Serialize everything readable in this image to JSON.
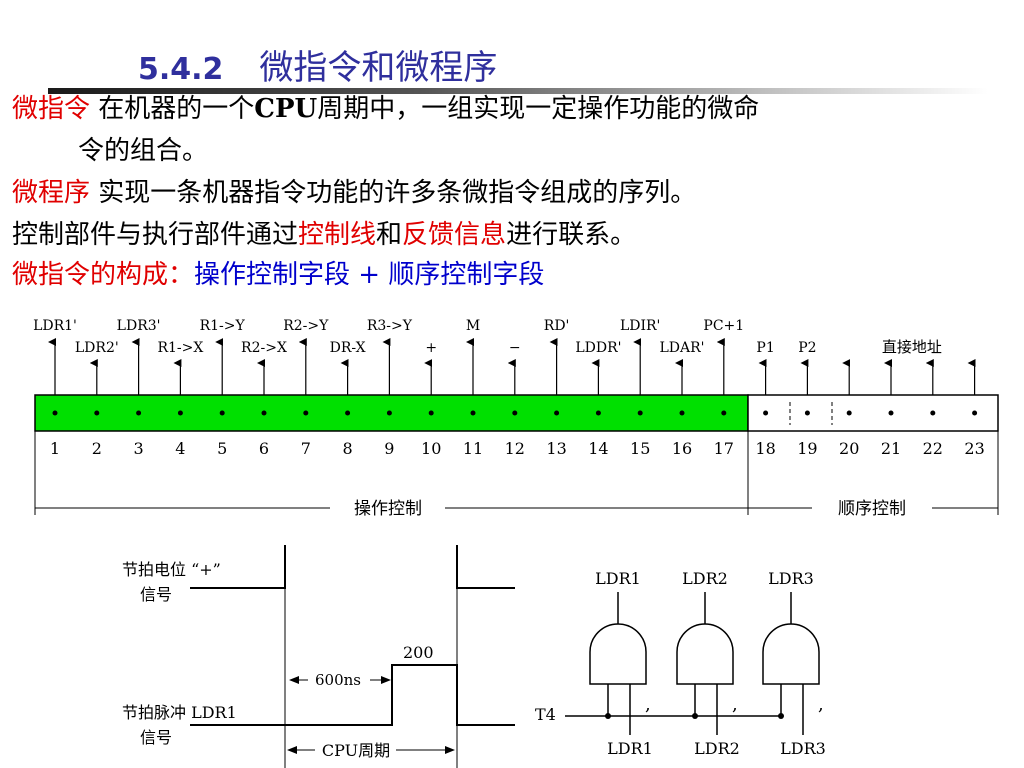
{
  "title": {
    "number": "5.4.2",
    "text": "微指令和微程序"
  },
  "lines": {
    "l1_term": "微指令",
    "l1_a": " 在机器的一个",
    "l1_cpu": "CPU",
    "l1_b": "周期中，一组实现一定操作功能的微命",
    "l1_cont": "令的组合。",
    "l2_term": "微程序",
    "l2_text": " 实现一条机器指令功能的许多条微指令组成的序列。",
    "l3_a": "控制部件与执行部件通过",
    "l3_red1": "控制线",
    "l3_b": "和",
    "l3_red2": "反馈信息",
    "l3_c": "进行联系。",
    "l4_term": "微指令的构成：",
    "l4_blue": "操作控制字段 + 顺序控制字段"
  },
  "format": {
    "top_labels": [
      "LDR1'",
      "LDR3'",
      "R1->Y",
      "R2->Y",
      "R3->Y",
      "M",
      "RD'",
      "LDIR'",
      "PC+1"
    ],
    "mid_labels": [
      "LDR2'",
      "R1->X",
      "R2->X",
      "DR-X",
      "+",
      "−",
      "LDDR'",
      "LDAR'"
    ],
    "right_labels": [
      "P1",
      "P2",
      "直接地址"
    ],
    "bit_numbers": [
      "1",
      "2",
      "3",
      "4",
      "5",
      "6",
      "7",
      "8",
      "9",
      "10",
      "11",
      "12",
      "13",
      "14",
      "15",
      "16",
      "17",
      "18",
      "19",
      "20",
      "21",
      "22",
      "23"
    ],
    "op_field_label": "操作控制",
    "seq_field_label": "顺序控制",
    "op_field_color": "#00e000"
  },
  "timing": {
    "signal1_label_a": "节拍电位 “+”",
    "signal1_label_b": "信号",
    "signal2_label_a": "节拍脉冲 LDR1",
    "signal2_label_b": "信号",
    "delay_label": "600ns",
    "pulse_label": "200",
    "period_label": "CPU周期"
  },
  "gates": {
    "top_labels": [
      "LDR1",
      "LDR2",
      "LDR3"
    ],
    "bottom_labels": [
      "LDR1",
      "LDR2",
      "LDR3"
    ],
    "clock_label": "T4",
    "commas": [
      ",",
      ",",
      ","
    ]
  }
}
